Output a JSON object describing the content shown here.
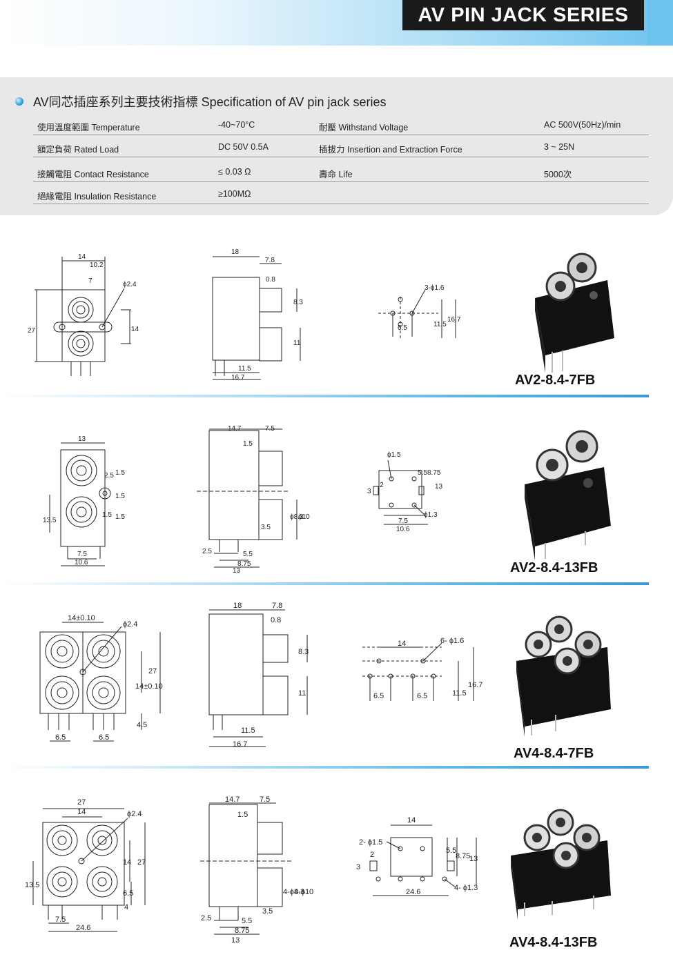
{
  "header": {
    "title": "AV PIN JACK SERIES"
  },
  "spec": {
    "heading": "AV同芯插座系列主要技術指標  Specification of AV pin jack series",
    "rows": [
      {
        "label1": "使用溫度範圍 Temperature",
        "value1": "-40~70°C",
        "label2": "耐壓 Withstand Voltage",
        "value2": "AC 500V(50Hz)/min"
      },
      {
        "label1": "額定負荷 Rated Load",
        "value1": "DC 50V 0.5A",
        "label2": "插拔力 Insertion and Extraction Force",
        "value2": "3 ~ 25N"
      },
      {
        "label1": "接觸電阻 Contact Resistance",
        "value1": "≤ 0.03 Ω",
        "label2": "壽命 Life",
        "value2": "5000次"
      },
      {
        "label1": "絕緣電阻 Insulation Resistance",
        "value1": "≥100MΩ",
        "label2": "",
        "value2": ""
      }
    ]
  },
  "products": [
    {
      "model": "AV2-8.4-7FB",
      "front": {
        "d1": "14",
        "d2": "10.2",
        "d3": "7",
        "d4": "ϕ2.4",
        "d5": "27",
        "d6": "14"
      },
      "side": {
        "d1": "18",
        "d2": "7.8",
        "d3": "0.8",
        "d4": "8.3",
        "d5": "11",
        "d6": "11.5",
        "d7": "16.7"
      },
      "pcb": {
        "d1": "3-ϕ1.6",
        "d2": "6.5",
        "d3": "11.5",
        "d4": "16.7"
      }
    },
    {
      "model": "AV2-8.4-13FB",
      "front": {
        "d1": "13",
        "d2": "2.5",
        "d3": "1.5",
        "d4": "1.5",
        "d5": "1.5",
        "d6": "1.5",
        "d7": "13.5",
        "d8": "7.5",
        "d9": "10.6"
      },
      "side": {
        "d1": "14.7",
        "d2": "7.5",
        "d3": "1.5",
        "d4": "ϕ8.3",
        "d5": "ϕ10",
        "d6": "3.5",
        "d7": "2.5",
        "d8": "5.5",
        "d9": "8.75",
        "d10": "13"
      },
      "pcb": {
        "d1": "ϕ1.5",
        "d2": "5.5",
        "d3": "8.75",
        "d4": "13",
        "d5": "2",
        "d6": "3",
        "d7": "ϕ1.3",
        "d8": "7.5",
        "d9": "10.6"
      }
    },
    {
      "model": "AV4-8.4-7FB",
      "front": {
        "d1": "14±0.10",
        "d2": "ϕ2.4",
        "d3": "14±0.10",
        "d4": "27",
        "d5": "4.5",
        "d6": "6.5",
        "d7": "6.5"
      },
      "side": {
        "d1": "18",
        "d2": "7.8",
        "d3": "0.8",
        "d4": "8.3",
        "d5": "11",
        "d6": "11.5",
        "d7": "16.7"
      },
      "pcb": {
        "d1": "14",
        "d2": "6- ϕ1.6",
        "d3": "6.5",
        "d4": "6.5",
        "d5": "11.5",
        "d6": "16.7"
      }
    },
    {
      "model": "AV4-8.4-13FB",
      "front": {
        "d1": "27",
        "d2": "14",
        "d3": "ϕ2.4",
        "d4": "14",
        "d5": "27",
        "d6": "13.5",
        "d7": "6.5",
        "d8": "4",
        "d9": "7.5",
        "d10": "24.6"
      },
      "side": {
        "d1": "14.7",
        "d2": "7.5",
        "d3": "1.5",
        "d4": "4-ϕ8.3",
        "d5": "4-ϕ10",
        "d6": "3.5",
        "d7": "2.5",
        "d8": "5.5",
        "d9": "8.75",
        "d10": "13"
      },
      "pcb": {
        "d1": "14",
        "d2": "2- ϕ1.5",
        "d3": "2",
        "d4": "3",
        "d5": "5.5",
        "d6": "8.75",
        "d7": "13",
        "d8": "24.6",
        "d9": "4- ϕ1.3"
      }
    }
  ]
}
